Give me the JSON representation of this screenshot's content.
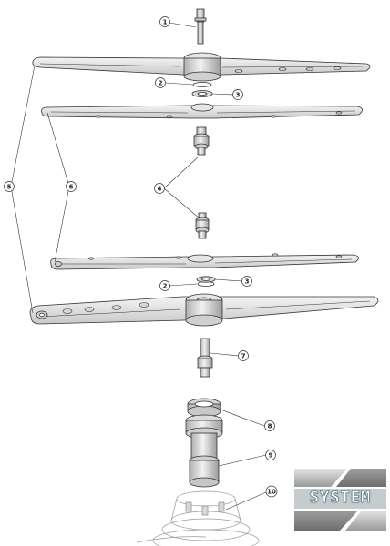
{
  "callouts": {
    "c1": "1",
    "c2a": "2",
    "c3a": "3",
    "c4": "4",
    "c5": "5",
    "c6": "6",
    "c2b": "2",
    "c3b": "3",
    "c7": "7",
    "c8": "8",
    "c9": "9",
    "c10": "10"
  },
  "logo": {
    "text": "SYSTEM",
    "colors": {
      "panel_light": "#d6d6d6",
      "panel_dark": "#8c8c8c",
      "text_glow": "#3a8aa0"
    }
  },
  "palette": {
    "line": "#333333",
    "part_fill": "#e2e2e2",
    "part_dark": "#b8b8b8",
    "ghost": "#a8a8a8"
  }
}
